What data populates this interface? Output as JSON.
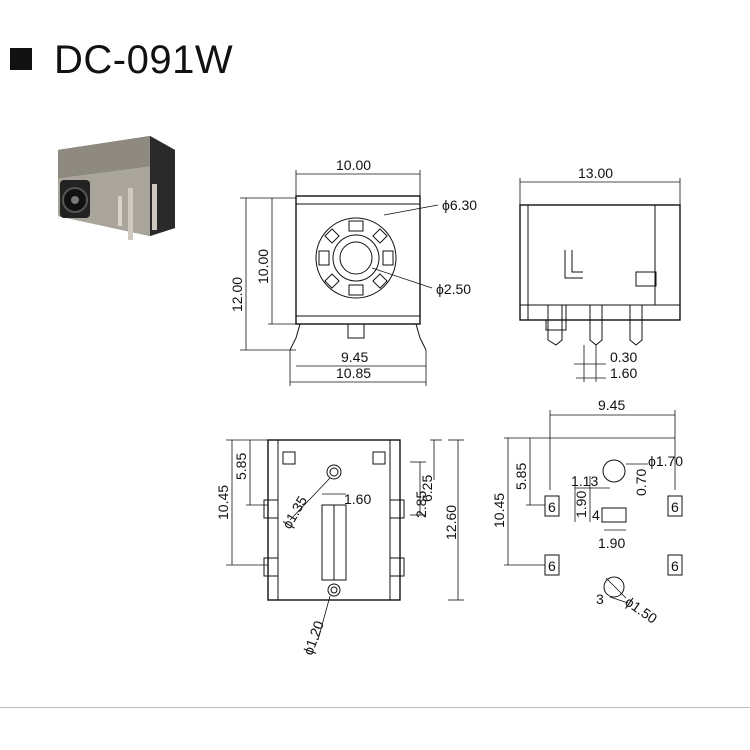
{
  "title": "DC-091W",
  "top_view": {
    "width": "10.00",
    "outer_diameter": "ϕ6.30",
    "height_total": "12.00",
    "height_body": "10.00",
    "pin_diameter": "ϕ2.50",
    "pin_span_inner": "9.45",
    "pin_span_outer": "10.85"
  },
  "side_view": {
    "length": "13.00",
    "pin_thickness": "0.30",
    "pin_pitch": "1.60"
  },
  "bottom_view": {
    "dim_5_85": "5.85",
    "dim_10_45": "10.45",
    "hole_diameter_large": "ϕ1.35",
    "dim_1_60": "1.60",
    "dim_2_85": "2.85",
    "dim_6_25": "6.25",
    "dim_12_60": "12.60",
    "hole_diameter_small": "ϕ1.20"
  },
  "pcb_layout": {
    "width": "9.45",
    "hole_diameter_1_70": "ϕ1.70",
    "dim_5_85": "5.85",
    "dim_10_45": "10.45",
    "dim_1_13": "1.13",
    "dim_1_90_vertical": "1.90",
    "dim_0_70": "0.70",
    "pad_label_4": "4",
    "dim_1_90_horizontal": "1.90",
    "pad_label_6": "6",
    "pad_label_3": "3",
    "hole_diameter_1_50": "ϕ1.50"
  }
}
